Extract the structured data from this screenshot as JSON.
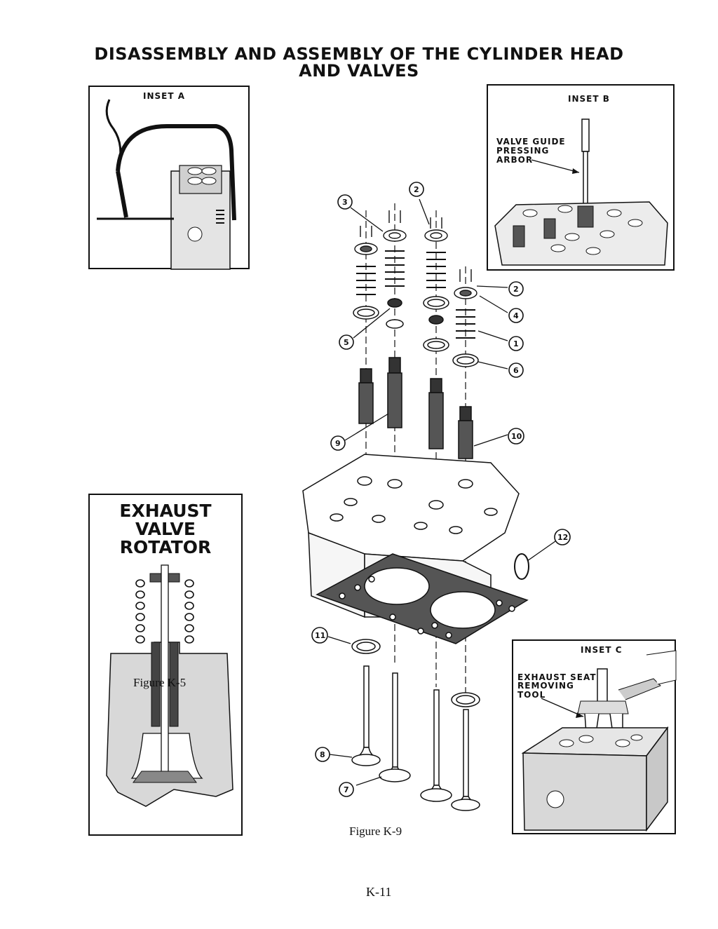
{
  "page": {
    "title_line1": "DISASSEMBLY AND ASSEMBLY OF THE CYLINDER HEAD",
    "title_line2": "AND VALVES",
    "page_number": "K-11"
  },
  "inset_a": {
    "label": "INSET A"
  },
  "inset_b": {
    "label": "INSET B",
    "tool_line1": "VALVE GUIDE",
    "tool_line2": "PRESSING",
    "tool_line3": "ARBOR"
  },
  "inset_c": {
    "label": "INSET C",
    "tool_line1": "EXHAUST SEAT",
    "tool_line2": "REMOVING",
    "tool_line3": "TOOL"
  },
  "rotator": {
    "line1": "EXHAUST",
    "line2": "VALVE",
    "line3": "ROTATOR",
    "caption": "Figure K-5"
  },
  "main_figure": {
    "caption": "Figure K-9",
    "callouts": [
      "3",
      "2",
      "2",
      "4",
      "1",
      "6",
      "5",
      "9",
      "10",
      "12",
      "11",
      "8",
      "7"
    ]
  }
}
